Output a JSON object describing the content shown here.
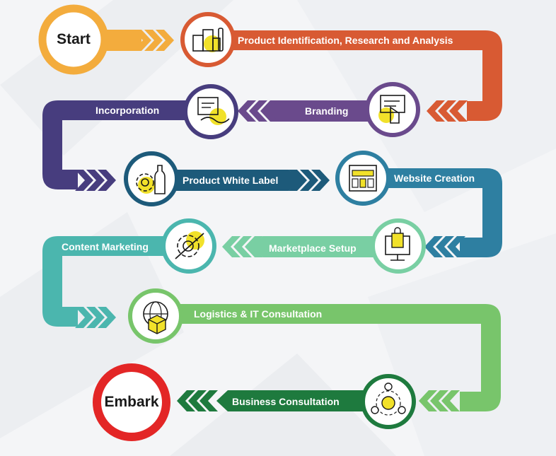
{
  "start_label": "Start",
  "end_label": "Embark",
  "steps": [
    {
      "label": "Product Identification, Research and Analysis",
      "color": "#d85a33",
      "icon": "product-boxes-icon"
    },
    {
      "label": "Branding",
      "color": "#6a4a8c",
      "icon": "branding-hand-icon"
    },
    {
      "label": "Incorporation",
      "color": "#473d7e",
      "icon": "certificate-handshake-icon"
    },
    {
      "label": "Product White Label",
      "color": "#1d5a7a",
      "icon": "gear-bottle-icon"
    },
    {
      "label": "Website Creation",
      "color": "#2e7fa1",
      "icon": "web-layout-icon"
    },
    {
      "label": "Marketplace Setup",
      "color": "#79cfa3",
      "icon": "shopping-monitor-icon"
    },
    {
      "label": "Content Marketing",
      "color": "#4bb6ae",
      "icon": "gear-pen-icon"
    },
    {
      "label": "Logistics & IT Consultation",
      "color": "#78c56b",
      "icon": "globe-box-icon"
    },
    {
      "label": "Business Consultation",
      "color": "#1e7a3e",
      "icon": "phone-network-icon"
    }
  ],
  "colors": {
    "start_ring": "#f3ac3d",
    "end_ring": "#e32626",
    "accent_yellow": "#f1e12a"
  }
}
